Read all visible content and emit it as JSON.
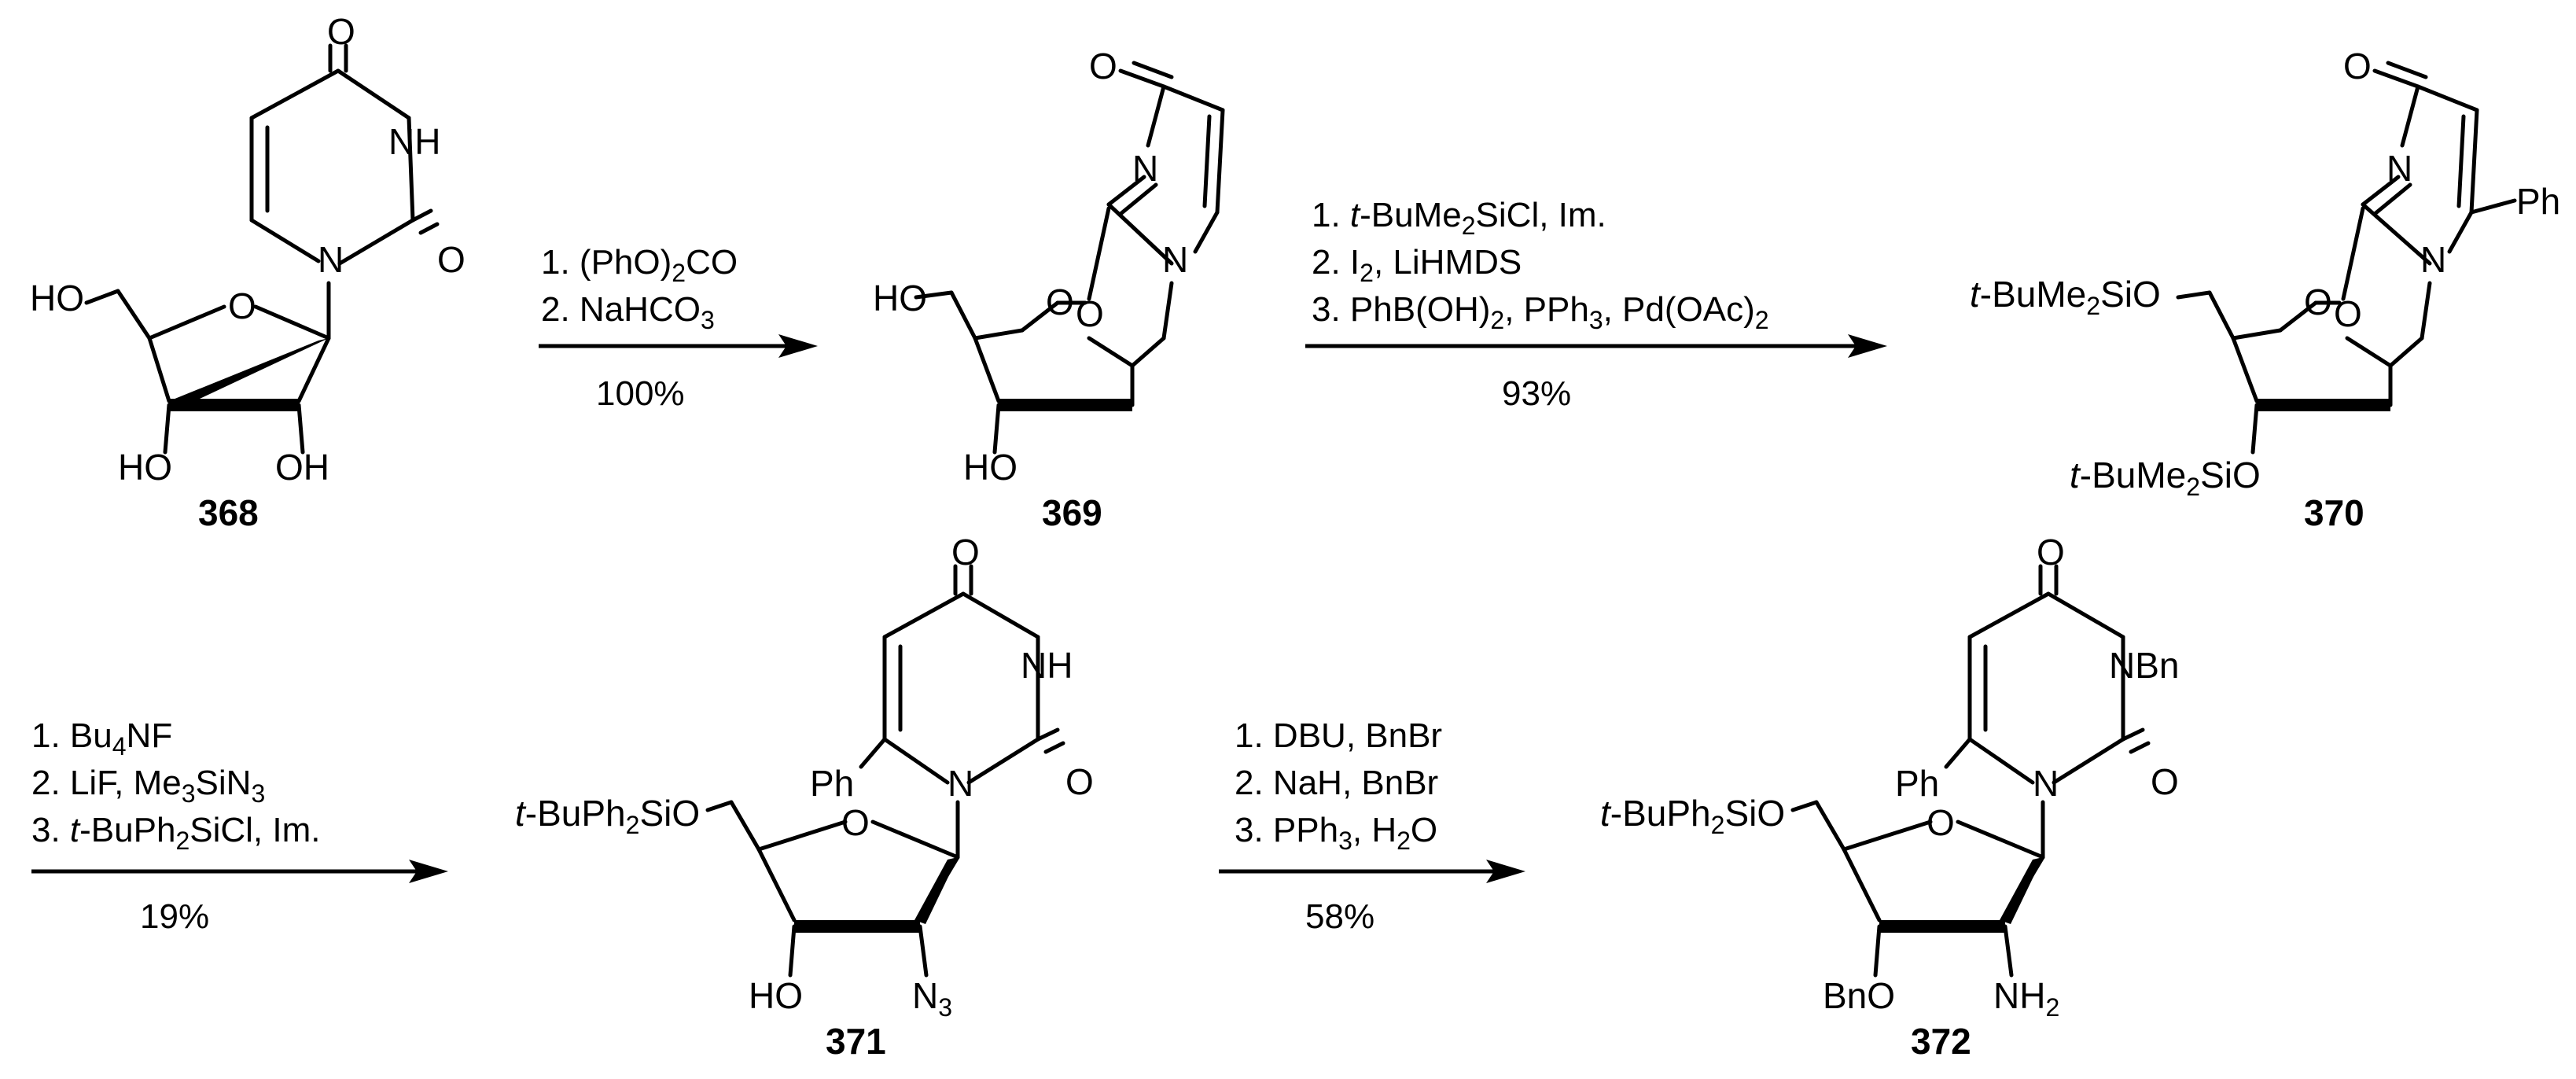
{
  "scheme": {
    "steps": [
      {
        "reagents": [
          "1. (PhO)",
          "2",
          "CO",
          "2. NaHCO",
          "3"
        ],
        "conditions": {
          "line1": {
            "a": "1. (PhO)",
            "sub": "2",
            "b": "CO"
          },
          "line2": {
            "a": "2. NaHCO",
            "sub": "3"
          }
        },
        "yield": "100%"
      },
      {
        "conditions": {
          "line1": {
            "a": "1. ",
            "it": "t",
            "b": "-BuMe",
            "sub": "2",
            "c": "SiCl, Im."
          },
          "line2": {
            "a": "2. I",
            "sub": "2",
            "b": ", LiHMDS"
          },
          "line3": {
            "a": "3. PhB(OH)",
            "sub1": "2",
            "b": ", PPh",
            "sub2": "3",
            "c": ", Pd(OAc)",
            "sub3": "2"
          }
        },
        "yield": "93%"
      },
      {
        "conditions": {
          "line1": {
            "a": "1. Bu",
            "sub": "4",
            "b": "NF"
          },
          "line2": {
            "a": "2. LiF, Me",
            "sub1": "3",
            "b": "SiN",
            "sub2": "3"
          },
          "line3": {
            "a": "3. ",
            "it": "t",
            "b": "-BuPh",
            "sub": "2",
            "c": "SiCl, Im."
          }
        },
        "yield": "19%"
      },
      {
        "conditions": {
          "line1": "1. DBU, BnBr",
          "line2": "2. NaH, BnBr",
          "line3": {
            "a": "3. PPh",
            "sub1": "3",
            "b": ", H",
            "sub2": "2",
            "c": "O"
          }
        },
        "yield": "58%"
      }
    ],
    "compounds": [
      {
        "id": "368",
        "atoms": {
          "o_carbonyl": "O",
          "nh": "NH",
          "o2": "O",
          "n1": "N",
          "ring_o": "O",
          "ho5": "HO",
          "ho3": "HO",
          "oh2": "OH"
        }
      },
      {
        "id": "369",
        "atoms": {
          "o_carbonyl": "O",
          "n3": "N",
          "n1": "N",
          "ring_o": "O",
          "bridge_o": "O",
          "ho5": "HO",
          "ho3": "HO"
        }
      },
      {
        "id": "370",
        "atoms": {
          "o_carbonyl": "O",
          "n3": "N",
          "n1": "N",
          "ph": "Ph",
          "ring_o": "O",
          "bridge_o": "O",
          "tbs5": {
            "it": "t",
            "a": "-BuMe",
            "sub": "2",
            "b": "SiO"
          },
          "tbs3": {
            "it": "t",
            "a": "-BuMe",
            "sub": "2",
            "b": "SiO"
          }
        }
      },
      {
        "id": "371",
        "atoms": {
          "o_carbonyl": "O",
          "nh": "NH",
          "o2": "O",
          "n1": "N",
          "ph": "Ph",
          "ring_o": "O",
          "tbdps": {
            "it": "t",
            "a": "-BuPh",
            "sub": "2",
            "b": "SiO"
          },
          "ho3": "HO",
          "n3": {
            "a": "N",
            "sub": "3"
          }
        }
      },
      {
        "id": "372",
        "atoms": {
          "o_carbonyl": "O",
          "nbn": "NBn",
          "o2": "O",
          "n1": "N",
          "ph": "Ph",
          "ring_o": "O",
          "tbdps": {
            "it": "t",
            "a": "-BuPh",
            "sub": "2",
            "b": "SiO"
          },
          "bno": "BnO",
          "nh2": {
            "a": "NH",
            "sub": "2"
          }
        }
      }
    ]
  }
}
